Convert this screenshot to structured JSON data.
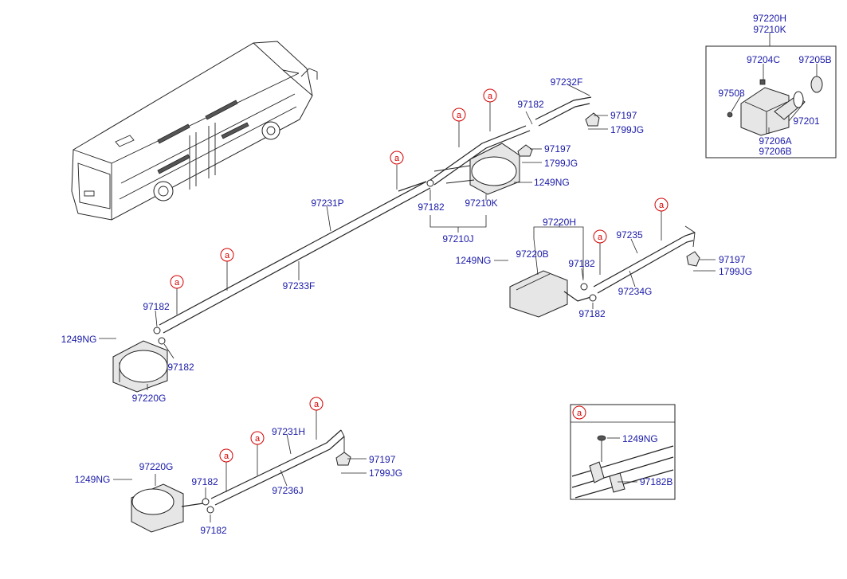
{
  "labels": {
    "p97220H_top": "97220H",
    "p97210K_top": "97210K",
    "p97204C": "97204C",
    "p97205B": "97205B",
    "p97508": "97508",
    "p97201": "97201",
    "p97206A": "97206A",
    "p97206B": "97206B",
    "p97232F": "97232F",
    "p97182_a": "97182",
    "p97197_a": "97197",
    "p1799JG_a": "1799JG",
    "p97197_b": "97197",
    "p1799JG_b": "1799JG",
    "p1249NG_a": "1249NG",
    "p97231P": "97231P",
    "p97182_b": "97182",
    "p97210K": "97210K",
    "p97210J": "97210J",
    "p97220H_mid": "97220H",
    "p97235": "97235",
    "p1249NG_b": "1249NG",
    "p97220B": "97220B",
    "p97182_c": "97182",
    "p97197_c": "97197",
    "p1799JG_c": "1799JG",
    "p97234G": "97234G",
    "p97182_d": "97182",
    "p97233F": "97233F",
    "p97182_e": "97182",
    "p1249NG_c": "1249NG",
    "p97182_f": "97182",
    "p97220G_a": "97220G",
    "p97231H": "97231H",
    "p97197_d": "97197",
    "p1799JG_d": "1799JG",
    "p97220G_b": "97220G",
    "p1249NG_d": "1249NG",
    "p97182_g": "97182",
    "p97236J": "97236J",
    "p97182_h": "97182",
    "p1249NG_detail": "1249NG",
    "p97182B": "97182B"
  },
  "marker": "a",
  "detail_marker": "a",
  "colors": {
    "part_label": "#1a1aa8",
    "marker": "#d40000",
    "line": "#222222"
  }
}
